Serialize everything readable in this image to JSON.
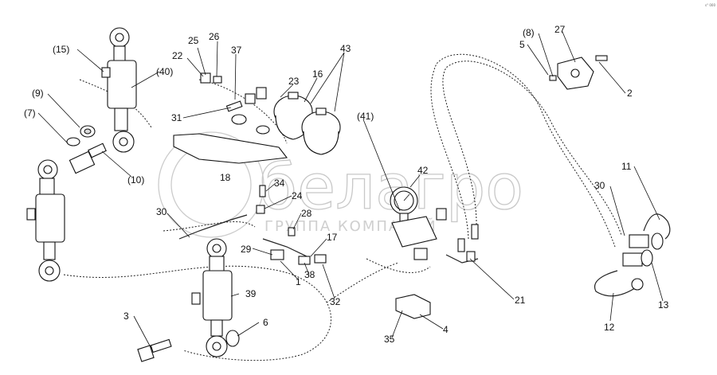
{
  "diagram": {
    "watermark": {
      "brand": "белагро",
      "subtitle": "ГРУППА КОМПАНИЙ"
    },
    "corner_mark": "s° 000",
    "callouts": [
      "(15)",
      "(40)",
      "(9)",
      "(7)",
      "(10)",
      "25",
      "26",
      "22",
      "37",
      "23",
      "16",
      "43",
      "31",
      "18",
      "(41)",
      "42",
      "34",
      "24",
      "28",
      "30",
      "29",
      "17",
      "1",
      "38",
      "32",
      "39",
      "3",
      "6",
      "35",
      "4",
      "21",
      "(8)",
      "27",
      "5",
      "2",
      "11",
      "30",
      "13",
      "12"
    ]
  }
}
